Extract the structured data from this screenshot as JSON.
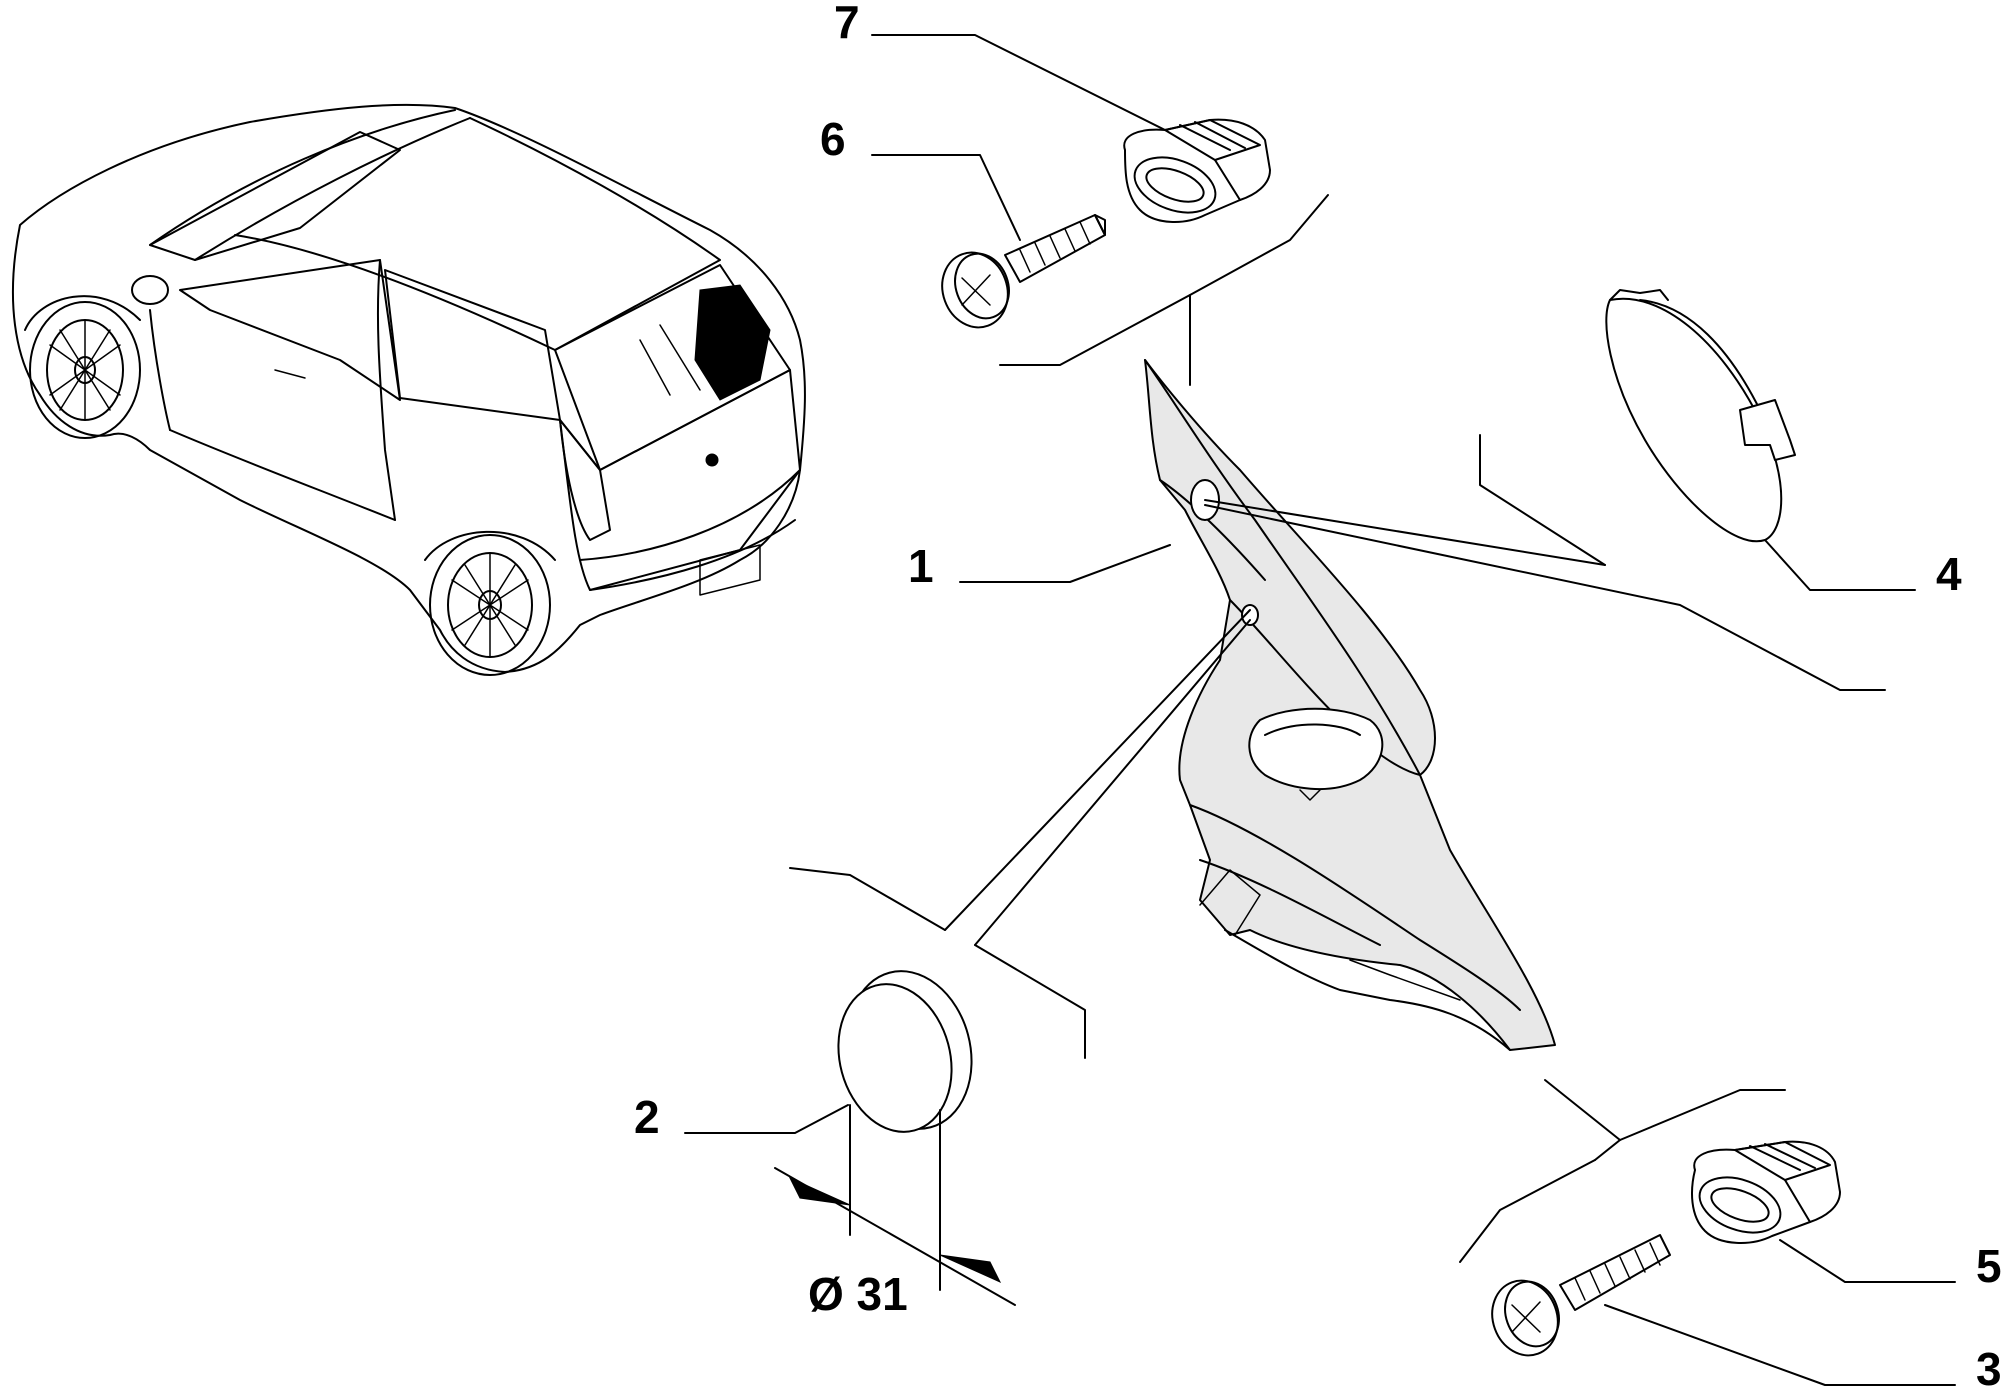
{
  "callouts": [
    {
      "id": "1",
      "label": "1"
    },
    {
      "id": "2",
      "label": "2"
    },
    {
      "id": "3",
      "label": "3"
    },
    {
      "id": "4",
      "label": "4"
    },
    {
      "id": "5",
      "label": "5"
    },
    {
      "id": "6",
      "label": "6"
    },
    {
      "id": "7",
      "label": "7"
    }
  ],
  "dimension": {
    "label": "Ø 31"
  },
  "icons": {
    "car": "car-illustration",
    "trim_panel": "trim-panel-illustration",
    "plug": "plug-illustration",
    "screw": "screw-illustration",
    "clip": "clip-illustration",
    "cover": "cover-illustration"
  }
}
